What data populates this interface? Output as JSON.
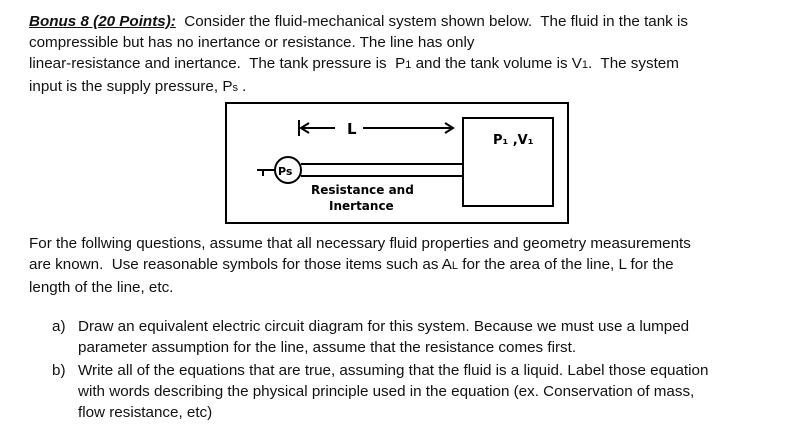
{
  "intro": {
    "title": "Bonus 8  (20 Points):",
    "line1_rest": "  Consider the fluid-mechanical system shown below.  The fluid in the tank is",
    "line2": "compressible but has no inertance or resistance.  The line has only",
    "line3_a": "linear-resistance and inertance.  The tank pressure is  P",
    "line3_sub1": "1",
    "line3_b": " and the tank volume is V",
    "line3_sub2": "1",
    "line3_c": ".  The system",
    "line4_a": "input is the supply pressure, P",
    "line4_sub": "s",
    "line4_b": " ."
  },
  "figure": {
    "length_label": "L",
    "supply_label": "Ps",
    "tank_label": "P₁ ,V₁",
    "line_label_1": "Resistance and",
    "line_label_2": "Inertance"
  },
  "assumptions": {
    "line1": "For the follwing questions, assume that all necessary fluid properties and geometry measurements",
    "line2_a": "are known.  Use reasonable symbols for those items such as A",
    "line2_sub": "L",
    "line2_b": " for the area of the line, L for the",
    "line3": "length of the line, etc."
  },
  "questions": [
    {
      "marker": "a)",
      "line1": "Draw an equivalent electric circuit diagram for this system.  Because we must use a lumped",
      "line2": "parameter assumption for the line, assume that the resistance comes first."
    },
    {
      "marker": "b)",
      "line1": "Write all of the equations that are true, assuming that the fluid is a liquid. Label those equation",
      "line2": "with words describing the physical principle used in the equation (ex. Conservation of mass,",
      "line3": "flow resistance, etc)"
    }
  ]
}
